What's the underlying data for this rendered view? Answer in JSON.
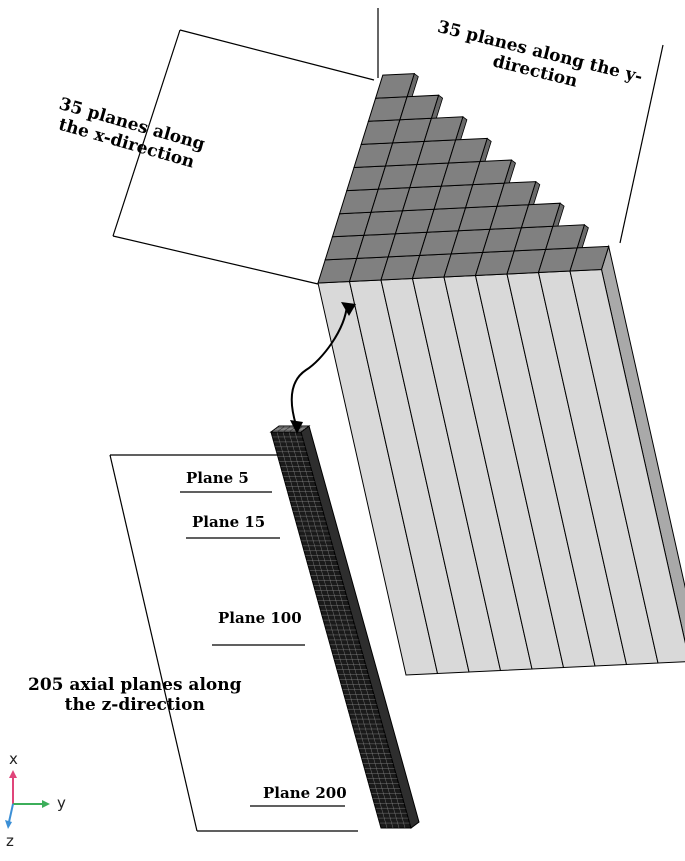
{
  "labels": {
    "x_planes": [
      "35 planes along",
      "the x-direction"
    ],
    "y_planes": [
      "35 planes along the y-",
      "direction"
    ],
    "z_planes": [
      "205 axial planes along",
      "the z-direction"
    ],
    "plane_5": "Plane 5",
    "plane_15": "Plane 15",
    "plane_100": "Plane 100",
    "plane_200": "Plane 200"
  },
  "triad": {
    "x": "x",
    "y": "y",
    "z": "z"
  },
  "colors": {
    "cell_top": "#808080",
    "column_face": "#d9d9d9",
    "column_right": "#a9a9a9",
    "rod": "#1a1a1a",
    "line": "#000000",
    "axis_x": "#e0457a",
    "axis_y": "#3cae5a",
    "axis_z": "#3b8fd6"
  }
}
